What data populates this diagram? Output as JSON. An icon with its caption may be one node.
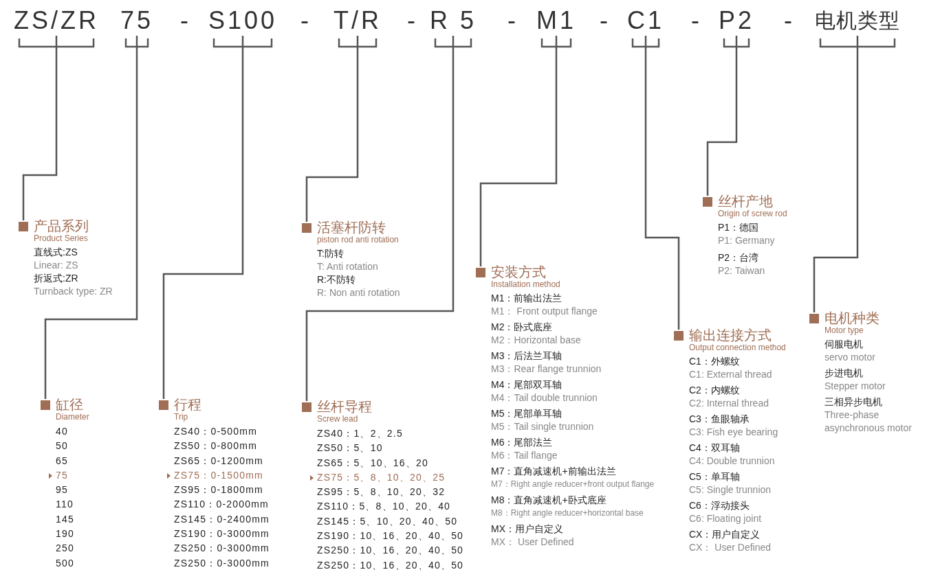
{
  "diagram": {
    "nodes": [
      {
        "text": [
          "ZS/ZR"
        ]
      },
      {
        "text": [
          "75"
        ]
      },
      {
        "text": [
          "S100"
        ]
      },
      {
        "text": [
          "T/R"
        ]
      },
      {
        "text": [
          "R 5"
        ]
      },
      {
        "text": [
          "M1"
        ]
      },
      {
        "text": [
          "C1"
        ]
      },
      {
        "text": [
          "P2"
        ]
      },
      {
        "text": [
          "电机类型"
        ]
      },
      {
        "text": [
          "产品系列",
          "Product Series"
        ],
        "beside": [
          "直线式:ZS",
          "Linear: ZS",
          "折返式:ZR",
          "Turnback type: ZR"
        ]
      },
      {
        "text": [
          "缸径",
          "Diameter"
        ],
        "beside": [
          "40",
          "50",
          "65",
          "75",
          "95",
          "110",
          "145",
          "190",
          "250",
          "500"
        ]
      },
      {
        "text": [
          "行程",
          "Trip"
        ],
        "beside": [
          "ZS40：0-500mm",
          "ZS50：0-800mm",
          "ZS65：0-1200mm",
          "ZS75：0-1500mm",
          "ZS95：0-1800mm",
          "ZS110：0-2000mm",
          "ZS145：0-2400mm",
          "ZS190：0-3000mm",
          "ZS250：0-3000mm",
          "ZS250：0-3000mm"
        ]
      },
      {
        "text": [
          "活塞杆防转",
          "piston rod anti rotation"
        ],
        "beside": [
          "T:防转",
          "T: Anti rotation",
          "R:不防转",
          "R: Non anti rotation"
        ]
      },
      {
        "text": [
          "丝杆导程",
          "Screw lead"
        ],
        "beside": [
          "ZS40：1、2、2.5",
          "ZS50：5、10",
          "ZS65：5、10、16、20",
          "ZS75：5、8、10、20、25",
          "ZS95：5、8、10、20、32",
          "ZS110：5、8、10、20、40",
          "ZS145：5、10、20、40、50",
          "ZS190：10、16、20、40、50",
          "ZS250：10、16、20、40、50",
          "ZS250：10、16、20、40、50"
        ]
      },
      {
        "text": [
          "安装方式",
          "Installation method"
        ],
        "beside": [
          "M1：前输出法兰",
          "M1： Front output flange",
          "M2：卧式底座",
          "M2：Horizontal base",
          "M3：后法兰耳轴",
          "M3：Rear flange trunnion",
          "M4：尾部双耳轴",
          "M4：Tail double trunnion",
          "M5：尾部单耳轴",
          "M5：Tail single trunnion",
          "M6：尾部法兰",
          "M6：Tail flange",
          "M7：直角减速机+前输出法兰",
          "M7：Right angle reducer+front output flange",
          "M8：直角减速机+卧式底座",
          "M8：Right angle reducer+horizontal base",
          "MX：用户自定义",
          "MX： User Defined"
        ]
      },
      {
        "text": [
          "输出连接方式",
          "Output connection method"
        ],
        "beside": [
          "C1：外螺纹",
          "C1: External thread",
          "C2：内螺纹",
          "C2: Internal thread",
          "C3：鱼眼轴承",
          "C3: Fish eye bearing",
          "C4：双耳轴",
          "C4: Double trunnion",
          "C5：单耳轴",
          "C5: Single trunnion",
          "C6：浮动接头",
          "C6: Floating joint",
          "CX：用户自定义",
          "CX： User Defined"
        ]
      },
      {
        "text": [
          "丝杆产地",
          "Origin of screw rod"
        ],
        "beside": [
          "P1：德国",
          "P1: Germany",
          "P2：台湾",
          "P2: Taiwan"
        ]
      },
      {
        "text": [
          "电机种类",
          "Motor type"
        ],
        "beside": [
          "伺服电机",
          "servo motor",
          "步进电机",
          "Stepper motor",
          "三相异步电机",
          "Three-phase asynchronous motor"
        ]
      }
    ],
    "edges": [
      {
        "from": 0,
        "to": 9,
        "arrow": "none"
      },
      {
        "from": 1,
        "to": 10,
        "arrow": "none"
      },
      {
        "from": 2,
        "to": 11,
        "arrow": "none"
      },
      {
        "from": 3,
        "to": 12,
        "arrow": "none"
      },
      {
        "from": 4,
        "to": 13,
        "arrow": "none"
      },
      {
        "from": 5,
        "to": 14,
        "arrow": "none"
      },
      {
        "from": 6,
        "to": 15,
        "arrow": "none"
      },
      {
        "from": 7,
        "to": 16,
        "arrow": "none"
      },
      {
        "from": 8,
        "to": 17,
        "arrow": "none"
      }
    ],
    "labels": [
      "-",
      "-",
      "-",
      "-",
      "-",
      "-",
      "-"
    ]
  }
}
